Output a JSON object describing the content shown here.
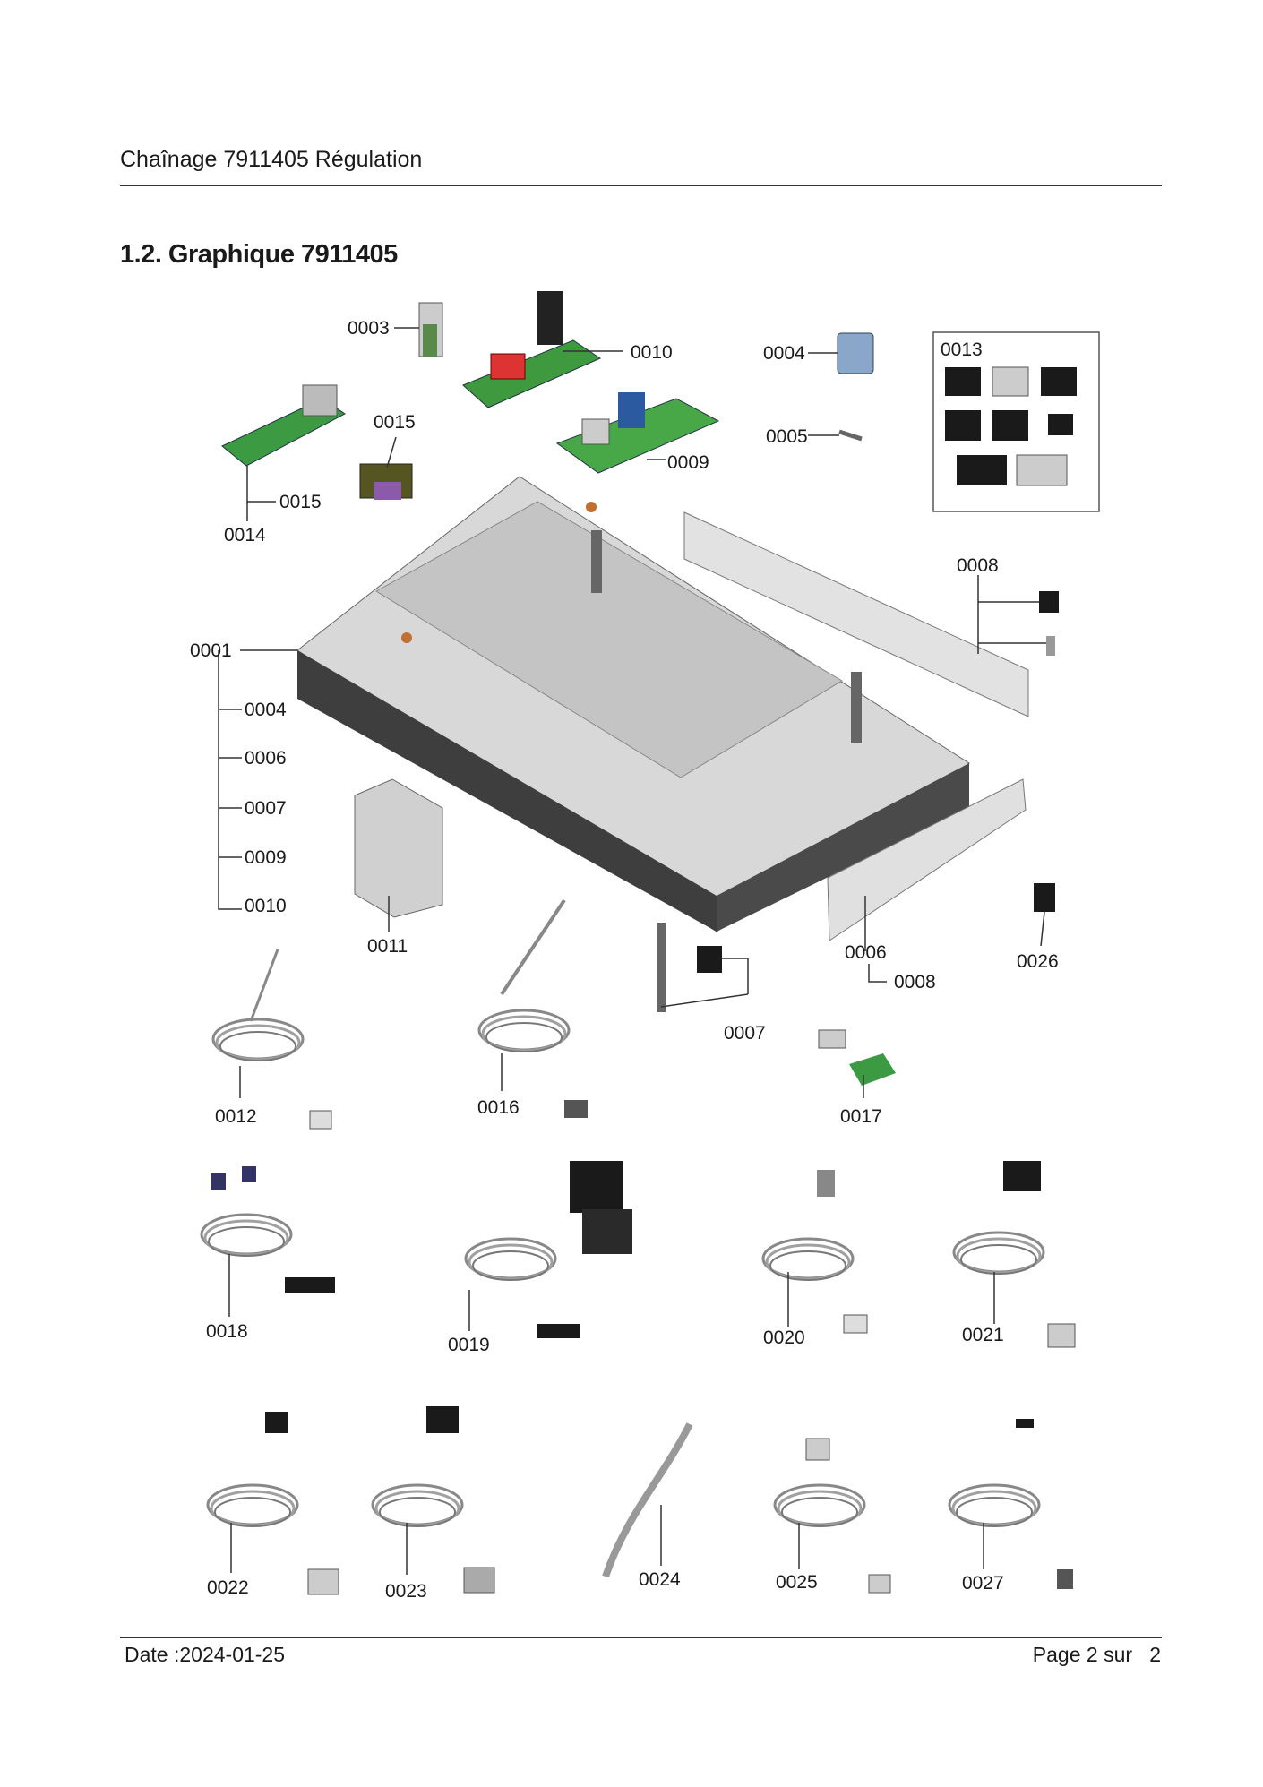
{
  "header": {
    "title": "Chaînage 7911405 Régulation"
  },
  "section": {
    "heading": "1.2. Graphique 7911405"
  },
  "callouts": {
    "c0001": "0001",
    "c0003": "0003",
    "c0004a": "0004",
    "c0004b": "0004",
    "c0005": "0005",
    "c0006a": "0006",
    "c0006b": "0006",
    "c0007a": "0007",
    "c0007b": "0007",
    "c0008a": "0008",
    "c0008b": "0008",
    "c0009a": "0009",
    "c0009b": "0009",
    "c0010a": "0010",
    "c0010b": "0010",
    "c0011": "0011",
    "c0012": "0012",
    "c0013": "0013",
    "c0014": "0014",
    "c0015a": "0015",
    "c0015b": "0015",
    "c0016": "0016",
    "c0017": "0017",
    "c0018": "0018",
    "c0019": "0019",
    "c0020": "0020",
    "c0021": "0021",
    "c0022": "0022",
    "c0023": "0023",
    "c0024": "0024",
    "c0025": "0025",
    "c0026": "0026",
    "c0027": "0027"
  },
  "footer": {
    "date": "Date :2024-01-25",
    "page": "Page 2 sur   2"
  }
}
